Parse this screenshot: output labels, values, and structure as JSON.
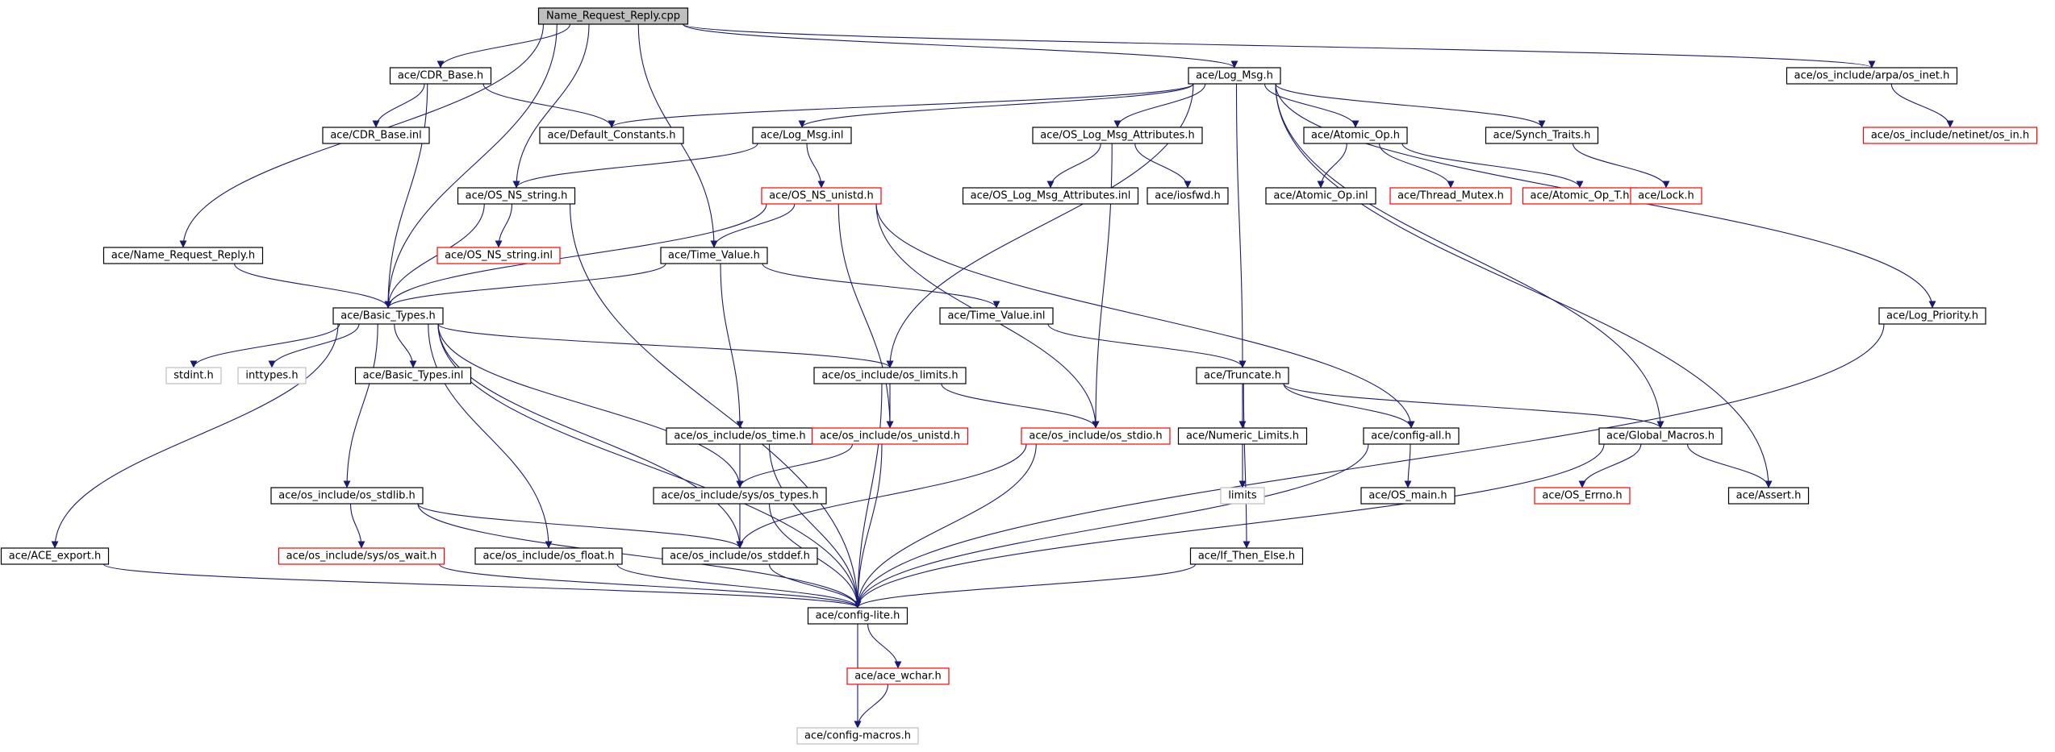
{
  "colors": {
    "edge": "#191970",
    "root_fill": "#bfbfbf",
    "border_default": "#000000",
    "border_truncated": "#ff0000",
    "border_missing": "#bfbfbf"
  },
  "nodes": [
    {
      "id": "root",
      "label": "Name_Request_Reply.cpp",
      "style": "root"
    },
    {
      "id": "cdr_base",
      "label": "ace/CDR_Base.h",
      "style": "normal"
    },
    {
      "id": "log_msg",
      "label": "ace/Log_Msg.h",
      "style": "normal"
    },
    {
      "id": "os_inet",
      "label": "ace/os_include/arpa/os_inet.h",
      "style": "normal"
    },
    {
      "id": "cdr_inl",
      "label": "ace/CDR_Base.inl",
      "style": "normal"
    },
    {
      "id": "def_const",
      "label": "ace/Default_Constants.h",
      "style": "normal"
    },
    {
      "id": "log_inl",
      "label": "ace/Log_Msg.inl",
      "style": "normal"
    },
    {
      "id": "oslma",
      "label": "ace/OS_Log_Msg_Attributes.h",
      "style": "normal"
    },
    {
      "id": "atomic",
      "label": "ace/Atomic_Op.h",
      "style": "normal"
    },
    {
      "id": "synch",
      "label": "ace/Synch_Traits.h",
      "style": "normal"
    },
    {
      "id": "os_in",
      "label": "ace/os_include/netinet/os_in.h",
      "style": "truncated"
    },
    {
      "id": "ns_string",
      "label": "ace/OS_NS_string.h",
      "style": "normal"
    },
    {
      "id": "ns_unistd",
      "label": "ace/OS_NS_unistd.h",
      "style": "truncated"
    },
    {
      "id": "oslma_inl",
      "label": "ace/OS_Log_Msg_Attributes.inl",
      "style": "normal"
    },
    {
      "id": "iosfwd",
      "label": "ace/iosfwd.h",
      "style": "normal"
    },
    {
      "id": "atomic_inl",
      "label": "ace/Atomic_Op.inl",
      "style": "normal"
    },
    {
      "id": "thread_mutex",
      "label": "ace/Thread_Mutex.h",
      "style": "truncated"
    },
    {
      "id": "atomic_t",
      "label": "ace/Atomic_Op_T.h",
      "style": "truncated"
    },
    {
      "id": "lock",
      "label": "ace/Lock.h",
      "style": "truncated"
    },
    {
      "id": "nrr",
      "label": "ace/Name_Request_Reply.h",
      "style": "normal"
    },
    {
      "id": "ns_string_inl",
      "label": "ace/OS_NS_string.inl",
      "style": "truncated"
    },
    {
      "id": "time_value",
      "label": "ace/Time_Value.h",
      "style": "normal"
    },
    {
      "id": "basic_types",
      "label": "ace/Basic_Types.h",
      "style": "normal"
    },
    {
      "id": "time_inl",
      "label": "ace/Time_Value.inl",
      "style": "normal"
    },
    {
      "id": "log_priority",
      "label": "ace/Log_Priority.h",
      "style": "normal"
    },
    {
      "id": "stdint",
      "label": "stdint.h",
      "style": "missing"
    },
    {
      "id": "inttypes",
      "label": "inttypes.h",
      "style": "missing"
    },
    {
      "id": "basic_inl",
      "label": "ace/Basic_Types.inl",
      "style": "normal"
    },
    {
      "id": "os_limits",
      "label": "ace/os_include/os_limits.h",
      "style": "normal"
    },
    {
      "id": "truncate",
      "label": "ace/Truncate.h",
      "style": "normal"
    },
    {
      "id": "os_time",
      "label": "ace/os_include/os_time.h",
      "style": "normal"
    },
    {
      "id": "os_unistd",
      "label": "ace/os_include/os_unistd.h",
      "style": "truncated"
    },
    {
      "id": "os_stdio",
      "label": "ace/os_include/os_stdio.h",
      "style": "truncated"
    },
    {
      "id": "numeric_limits",
      "label": "ace/Numeric_Limits.h",
      "style": "normal"
    },
    {
      "id": "config_all",
      "label": "ace/config-all.h",
      "style": "normal"
    },
    {
      "id": "global_macros",
      "label": "ace/Global_Macros.h",
      "style": "normal"
    },
    {
      "id": "limits",
      "label": "limits",
      "style": "missing"
    },
    {
      "id": "os_stdlib",
      "label": "ace/os_include/os_stdlib.h",
      "style": "normal"
    },
    {
      "id": "sys_types",
      "label": "ace/os_include/sys/os_types.h",
      "style": "normal"
    },
    {
      "id": "os_main",
      "label": "ace/OS_main.h",
      "style": "normal"
    },
    {
      "id": "os_errno",
      "label": "ace/OS_Errno.h",
      "style": "truncated"
    },
    {
      "id": "assert",
      "label": "ace/Assert.h",
      "style": "normal"
    },
    {
      "id": "ace_export",
      "label": "ace/ACE_export.h",
      "style": "normal"
    },
    {
      "id": "os_wait",
      "label": "ace/os_include/sys/os_wait.h",
      "style": "truncated"
    },
    {
      "id": "os_float",
      "label": "ace/os_include/os_float.h",
      "style": "normal"
    },
    {
      "id": "os_stddef",
      "label": "ace/os_include/os_stddef.h",
      "style": "normal"
    },
    {
      "id": "if_then_else",
      "label": "ace/If_Then_Else.h",
      "style": "normal"
    },
    {
      "id": "config_lite",
      "label": "ace/config-lite.h",
      "style": "normal"
    },
    {
      "id": "ace_wchar",
      "label": "ace/ace_wchar.h",
      "style": "truncated"
    },
    {
      "id": "config_macros",
      "label": "ace/config-macros.h",
      "style": "missing"
    }
  ],
  "edges": [
    [
      "root",
      "cdr_base"
    ],
    [
      "root",
      "log_msg"
    ],
    [
      "root",
      "os_inet"
    ],
    [
      "root",
      "nrr"
    ],
    [
      "root",
      "basic_types"
    ],
    [
      "root",
      "ns_string"
    ],
    [
      "root",
      "time_value"
    ],
    [
      "cdr_base",
      "cdr_inl"
    ],
    [
      "cdr_base",
      "def_const"
    ],
    [
      "cdr_base",
      "basic_types"
    ],
    [
      "log_msg",
      "def_const"
    ],
    [
      "log_msg",
      "log_inl"
    ],
    [
      "log_msg",
      "oslma"
    ],
    [
      "log_msg",
      "atomic"
    ],
    [
      "log_msg",
      "synch"
    ],
    [
      "log_msg",
      "os_limits"
    ],
    [
      "log_msg",
      "log_priority"
    ],
    [
      "log_msg",
      "truncate"
    ],
    [
      "log_msg",
      "global_macros"
    ],
    [
      "log_msg",
      "assert"
    ],
    [
      "os_inet",
      "os_in"
    ],
    [
      "log_inl",
      "ns_string"
    ],
    [
      "log_inl",
      "ns_unistd"
    ],
    [
      "oslma",
      "oslma_inl"
    ],
    [
      "oslma",
      "iosfwd"
    ],
    [
      "oslma",
      "os_stdio"
    ],
    [
      "atomic",
      "atomic_inl"
    ],
    [
      "atomic",
      "thread_mutex"
    ],
    [
      "atomic",
      "atomic_t"
    ],
    [
      "synch",
      "lock"
    ],
    [
      "ns_string",
      "ns_string_inl"
    ],
    [
      "ns_string",
      "basic_types"
    ],
    [
      "ns_string",
      "config_lite"
    ],
    [
      "ns_unistd",
      "time_value"
    ],
    [
      "ns_unistd",
      "basic_types"
    ],
    [
      "ns_unistd",
      "os_unistd"
    ],
    [
      "ns_unistd",
      "os_stdio"
    ],
    [
      "ns_unistd",
      "config_all"
    ],
    [
      "nrr",
      "basic_types"
    ],
    [
      "time_value",
      "basic_types"
    ],
    [
      "time_value",
      "time_inl"
    ],
    [
      "time_value",
      "os_time"
    ],
    [
      "time_inl",
      "truncate"
    ],
    [
      "basic_types",
      "stdint"
    ],
    [
      "basic_types",
      "inttypes"
    ],
    [
      "basic_types",
      "basic_inl"
    ],
    [
      "basic_types",
      "os_limits"
    ],
    [
      "basic_types",
      "ace_export"
    ],
    [
      "basic_types",
      "os_stdlib"
    ],
    [
      "basic_types",
      "os_float"
    ],
    [
      "basic_types",
      "sys_types"
    ],
    [
      "basic_types",
      "os_stddef"
    ],
    [
      "basic_types",
      "config_lite"
    ],
    [
      "os_limits",
      "os_unistd"
    ],
    [
      "os_limits",
      "os_stdio"
    ],
    [
      "os_limits",
      "config_lite"
    ],
    [
      "truncate",
      "numeric_limits"
    ],
    [
      "truncate",
      "config_all"
    ],
    [
      "truncate",
      "if_then_else"
    ],
    [
      "truncate",
      "global_macros"
    ],
    [
      "numeric_limits",
      "limits"
    ],
    [
      "config_all",
      "os_main"
    ],
    [
      "config_all",
      "config_lite"
    ],
    [
      "global_macros",
      "os_errno"
    ],
    [
      "global_macros",
      "assert"
    ],
    [
      "global_macros",
      "config_lite"
    ],
    [
      "os_time",
      "sys_types"
    ],
    [
      "os_time",
      "config_lite"
    ],
    [
      "os_unistd",
      "sys_types"
    ],
    [
      "os_unistd",
      "config_lite"
    ],
    [
      "os_stdio",
      "os_stddef"
    ],
    [
      "os_stdio",
      "config_lite"
    ],
    [
      "os_stdlib",
      "os_wait"
    ],
    [
      "os_stdlib",
      "os_stddef"
    ],
    [
      "os_stdlib",
      "config_lite"
    ],
    [
      "sys_types",
      "os_stddef"
    ],
    [
      "sys_types",
      "config_lite"
    ],
    [
      "os_stddef",
      "config_lite"
    ],
    [
      "os_wait",
      "config_lite"
    ],
    [
      "os_float",
      "config_lite"
    ],
    [
      "ace_export",
      "config_lite"
    ],
    [
      "if_then_else",
      "config_lite"
    ],
    [
      "log_priority",
      "config_lite"
    ],
    [
      "config_lite",
      "ace_wchar"
    ],
    [
      "config_lite",
      "config_macros"
    ],
    [
      "ace_wchar",
      "config_macros"
    ]
  ]
}
